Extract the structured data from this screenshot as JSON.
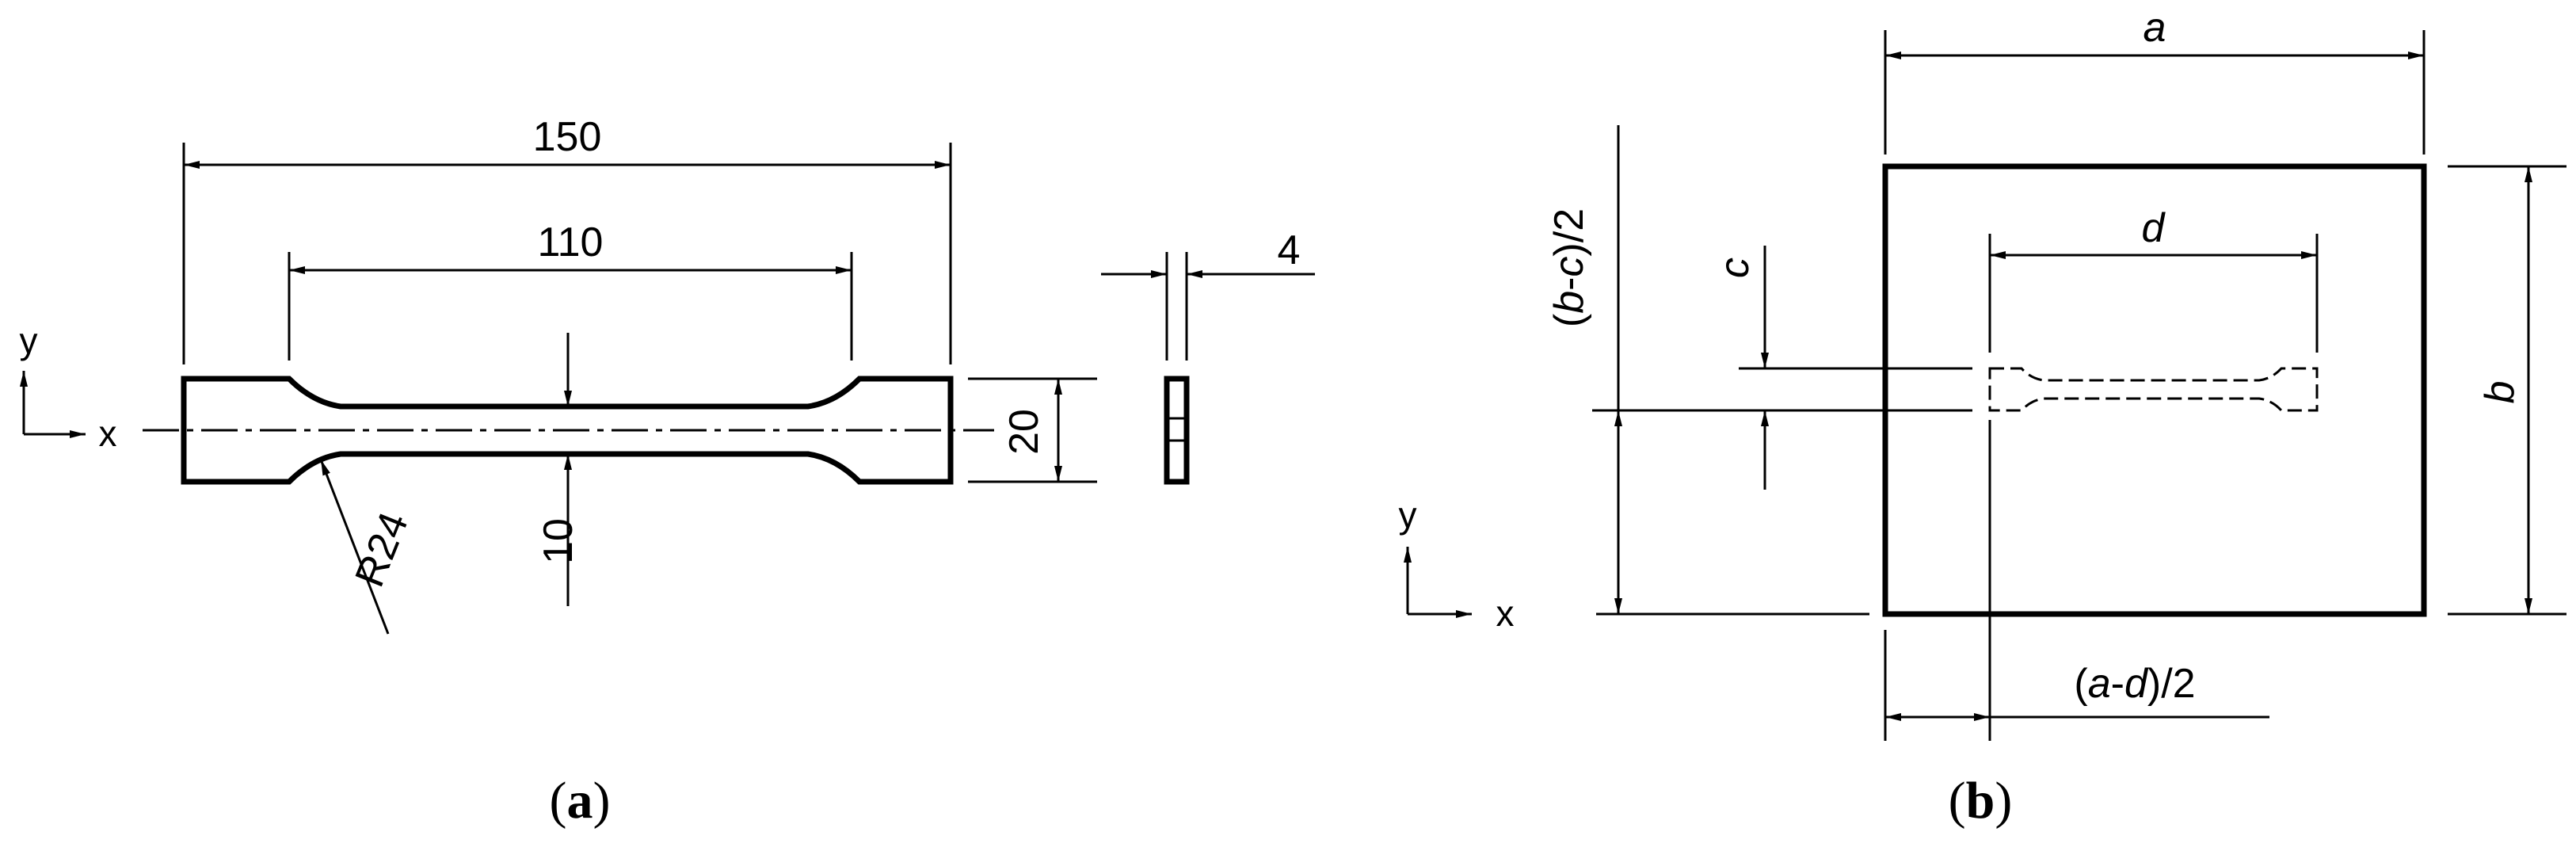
{
  "panel_a": {
    "dim_overall_length": "150",
    "dim_gauge_length": "110",
    "dim_thickness": "4",
    "dim_grip_width": "20",
    "dim_gauge_width": "10",
    "dim_radius": "R24",
    "axis_y": "y",
    "axis_x": "x",
    "caption_open": "(",
    "caption_letter": "a",
    "caption_close": ")"
  },
  "panel_b": {
    "dim_a": "a",
    "dim_b": "b",
    "dim_c": "c",
    "dim_d": "d",
    "dim_bc_open": "(",
    "dim_bc_b": "b",
    "dim_bc_minus": "-",
    "dim_bc_c": "c",
    "dim_bc_tail": ")/2",
    "dim_ad_open": "(",
    "dim_ad_a": "a",
    "dim_ad_minus": "-",
    "dim_ad_d": "d",
    "dim_ad_tail": ")/2",
    "axis_y": "y",
    "axis_x": "x",
    "caption_open": "(",
    "caption_letter": "b",
    "caption_close": ")"
  }
}
